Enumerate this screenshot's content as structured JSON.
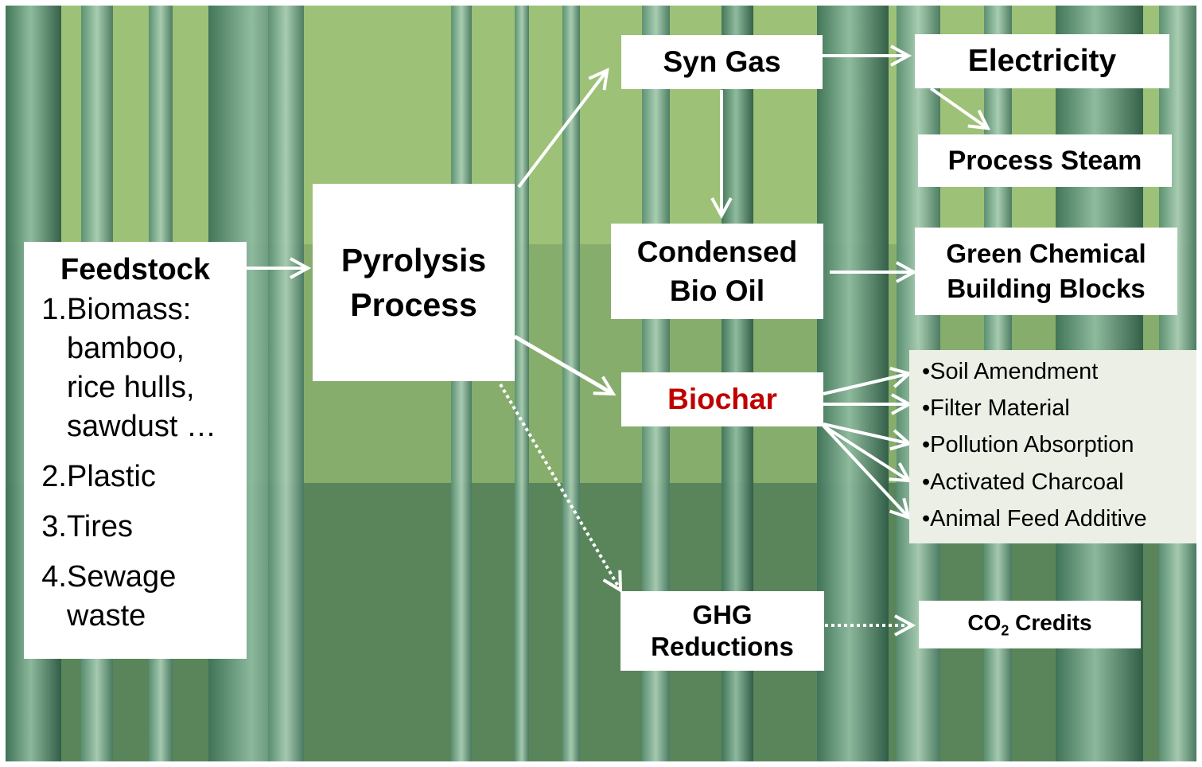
{
  "feedstock": {
    "title": "Feedstock",
    "items": [
      {
        "num": "1.",
        "text": "Biomass:\nbamboo,\nrice hulls,\nsawdust …"
      },
      {
        "num": "2.",
        "text": "Plastic"
      },
      {
        "num": "3.",
        "text": "Tires"
      },
      {
        "num": "4.",
        "text": "Sewage\nwaste"
      }
    ]
  },
  "pyrolysis": {
    "line1": "Pyrolysis",
    "line2": "Process"
  },
  "syngas": "Syn Gas",
  "electricity": "Electricity",
  "process_steam": "Process Steam",
  "condensed": {
    "line1": "Condensed",
    "line2": "Bio Oil"
  },
  "green_chemical": {
    "line1": "Green Chemical",
    "line2": "Building Blocks"
  },
  "biochar": "Biochar",
  "biochar_uses": [
    "•Soil Amendment",
    "•Filter Material",
    "•Pollution Absorption",
    "•Activated Charcoal",
    "•Animal Feed Additive"
  ],
  "ghg": {
    "line1": "GHG",
    "line2": "Reductions"
  },
  "co2": {
    "prefix": "CO",
    "subscript": "2",
    "suffix": " Credits"
  },
  "colors": {
    "biochar_text": "#c00000",
    "background": "bamboo-forest-green"
  }
}
